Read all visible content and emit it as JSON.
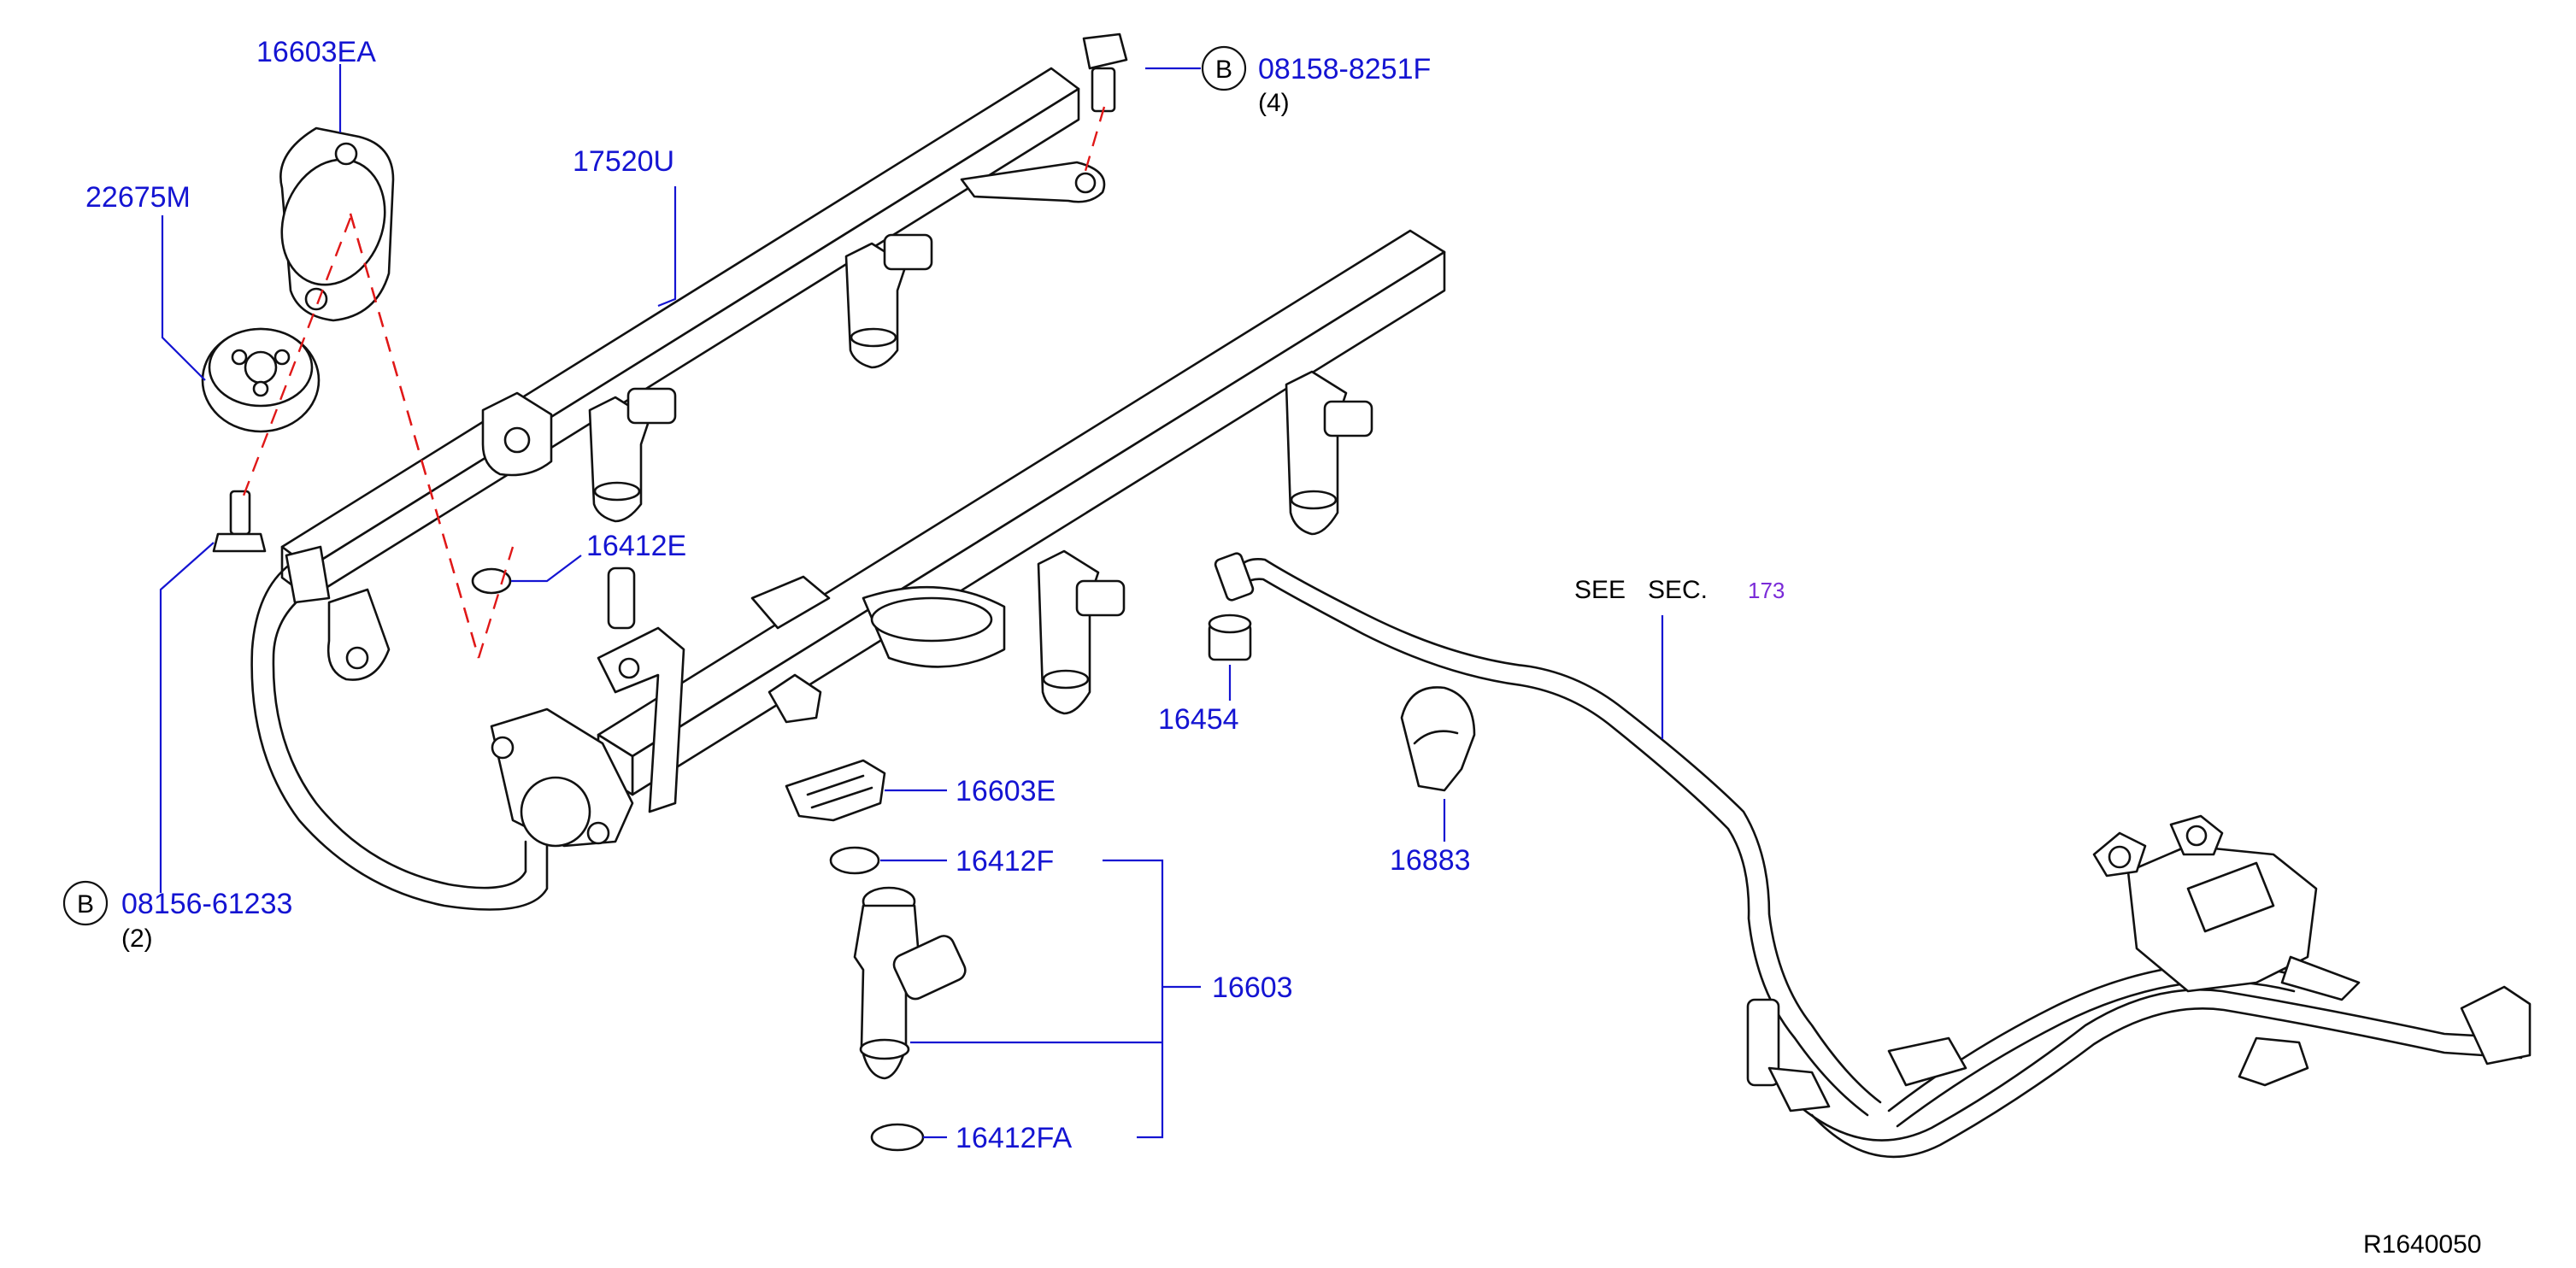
{
  "callouts": {
    "c16603EA": "16603EA",
    "c22675M": "22675M",
    "c17520U": "17520U",
    "c08158": "08158-8251F",
    "c08158_qty": "(4)",
    "c16412E": "16412E",
    "c16454": "16454",
    "c16603E": "16603E",
    "c16412F": "16412F",
    "c16603": "16603",
    "c16883": "16883",
    "c16412FA": "16412FA",
    "c08156": "08156-61233",
    "c08156_qty": "(2)",
    "bolt_marker": "B"
  },
  "reference": {
    "see": "SEE",
    "sec": "SEC.",
    "sec_num": "173"
  },
  "diagram_id": "R1640050",
  "colors": {
    "callout_text": "#1414d2",
    "leader_line": "#1414d2",
    "dashed_assembly_line": "#e01818",
    "section_number": "#7a2ad8",
    "part_outline": "#111111"
  }
}
